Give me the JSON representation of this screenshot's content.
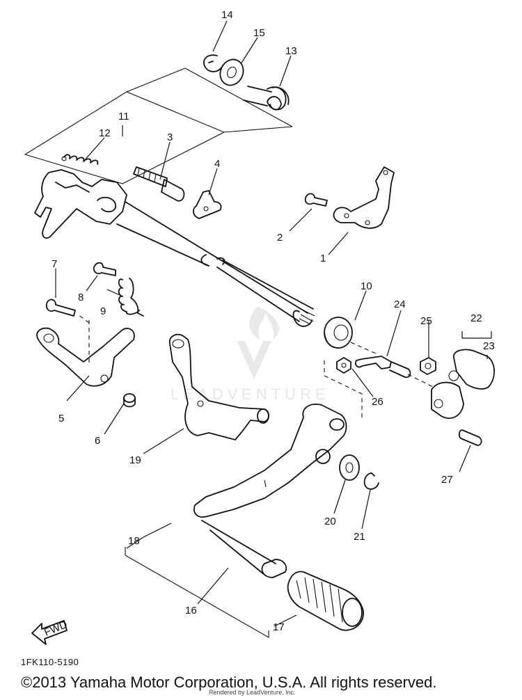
{
  "diagram": {
    "drawing_code": "1FK110-5190",
    "copyright": "©2013 Yamaha Motor Corporation, U.S.A. All rights reserved.",
    "rendered_by": "Rendered by LeadVenture, Inc.",
    "watermark": "LEADVENTURE",
    "fwd_label": "FWD",
    "callouts": [
      "1",
      "2",
      "3",
      "4",
      "5",
      "6",
      "7",
      "8",
      "9",
      "10",
      "11",
      "12",
      "13",
      "14",
      "15",
      "16",
      "17",
      "18",
      "19",
      "20",
      "21",
      "22",
      "23",
      "24",
      "25",
      "26",
      "27"
    ]
  }
}
